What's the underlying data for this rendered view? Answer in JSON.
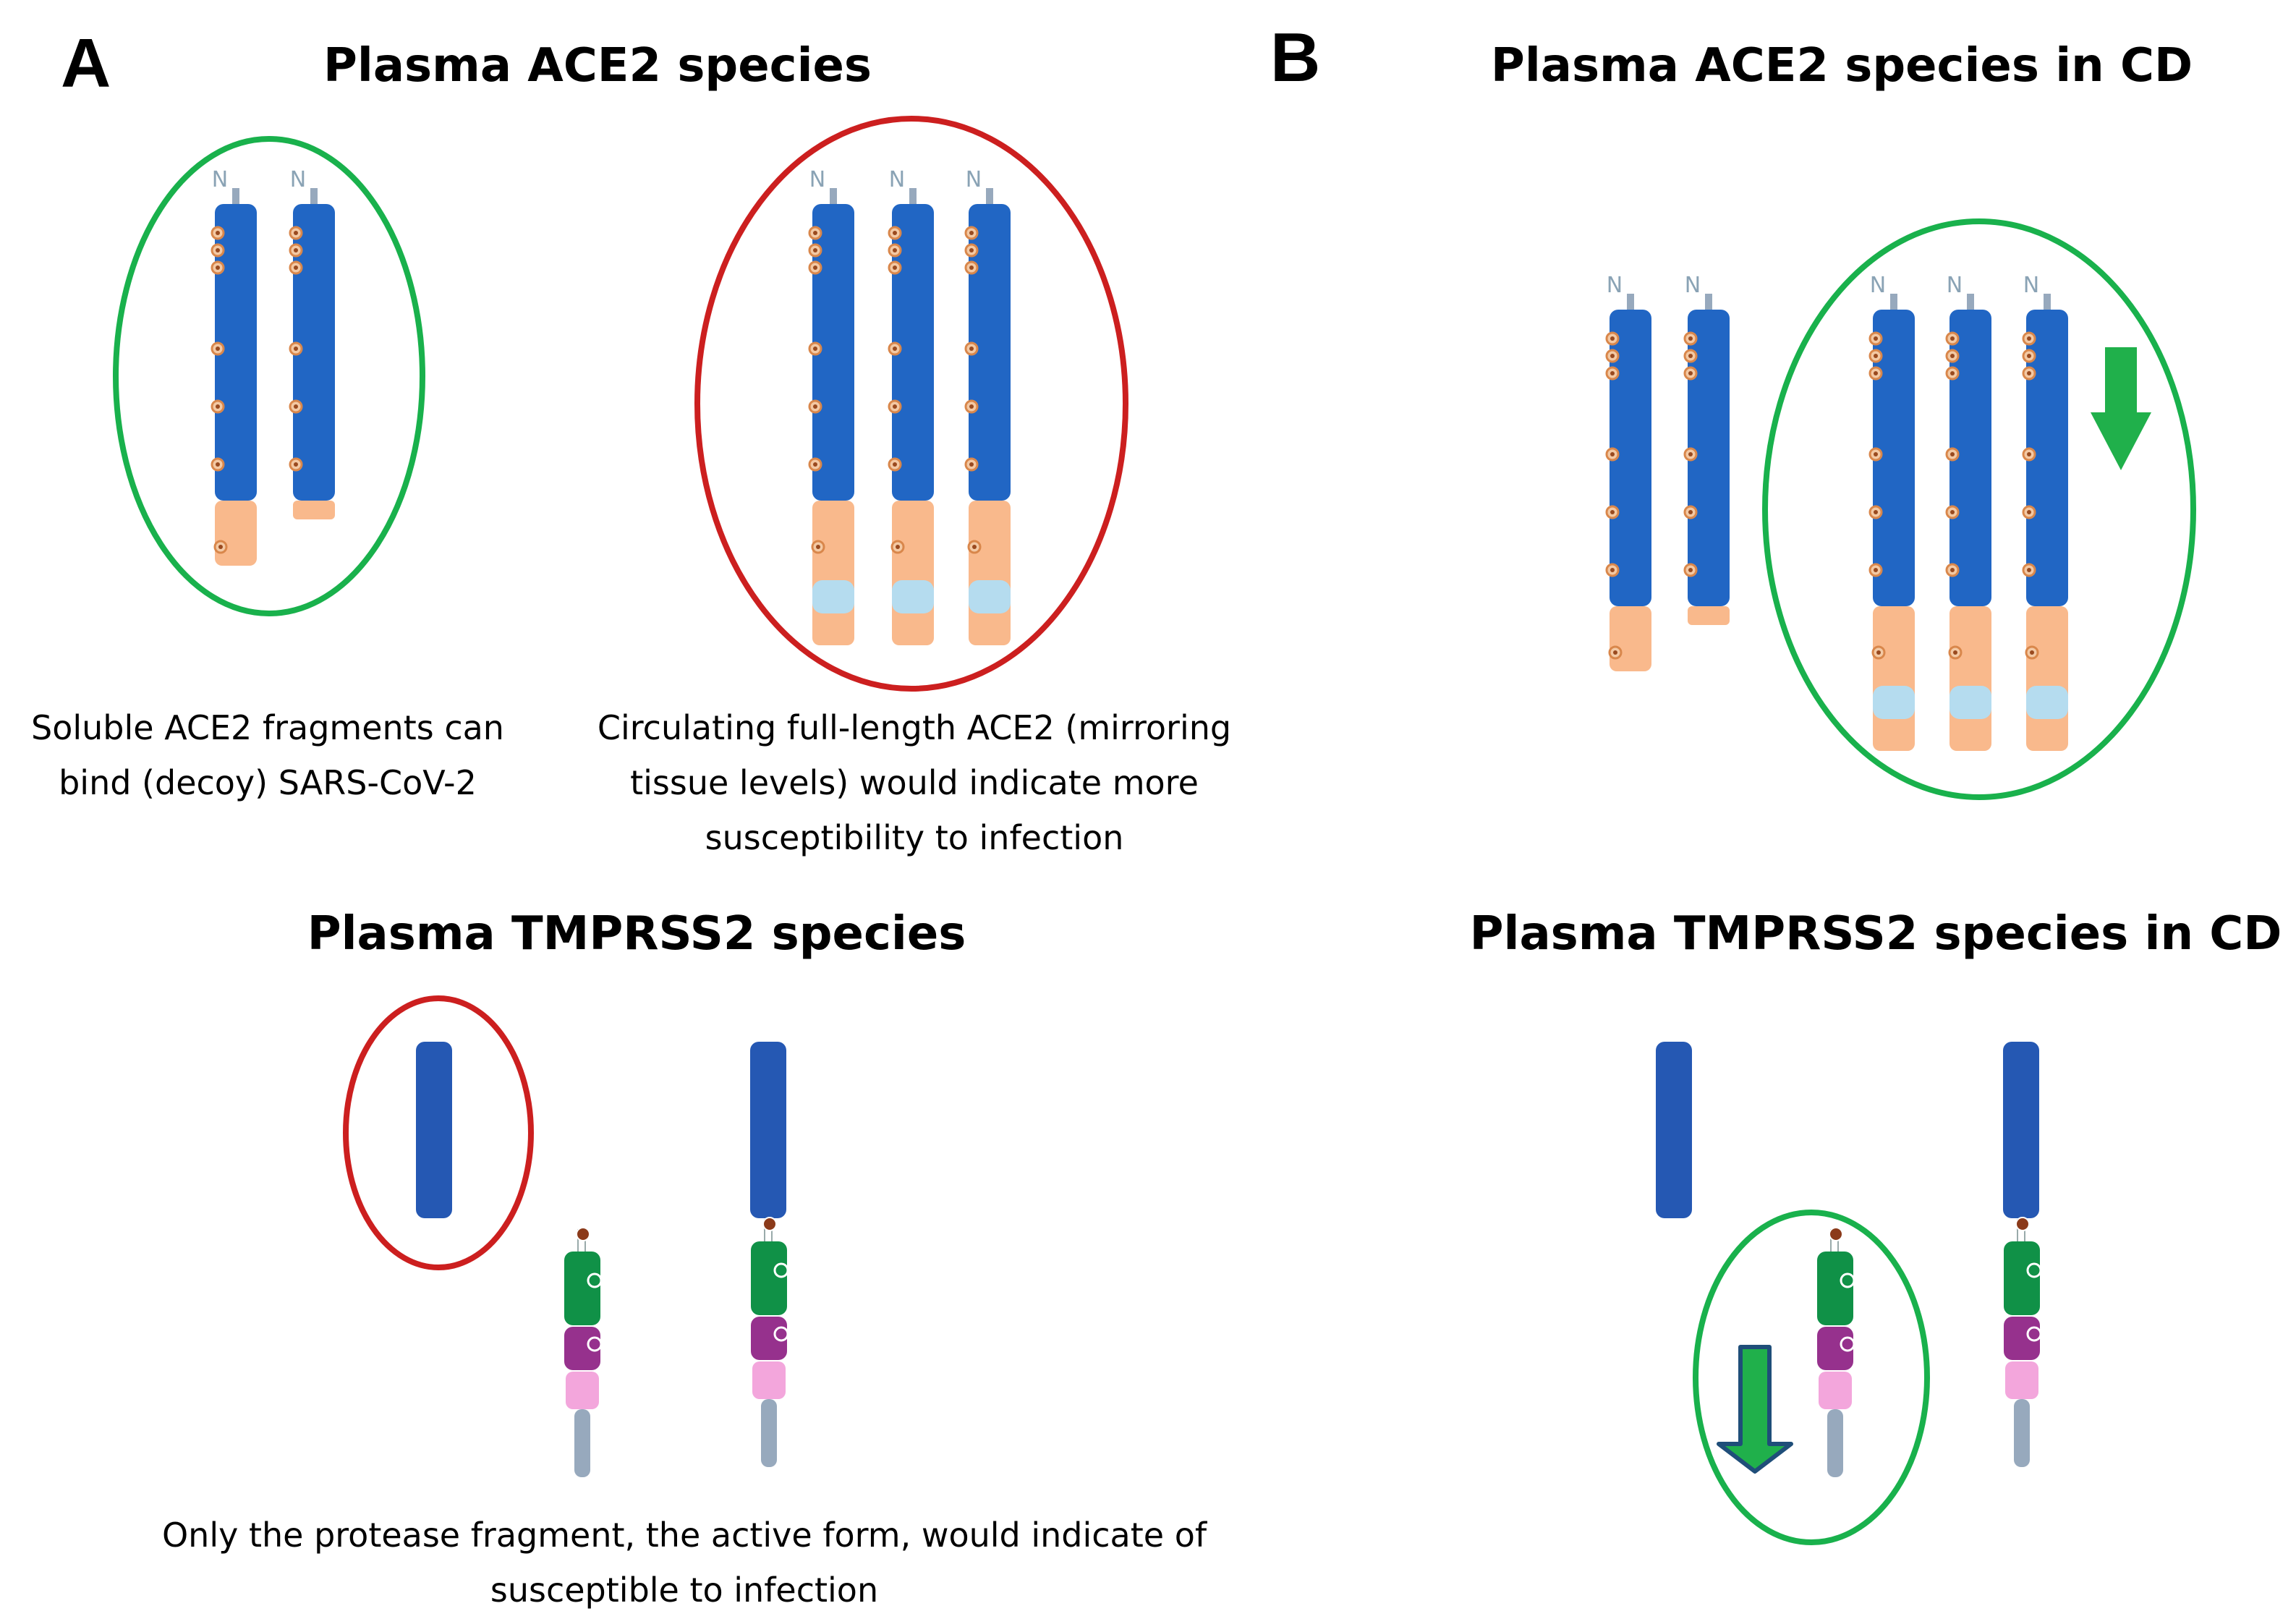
{
  "panel_a": {
    "letter": "A",
    "ace2_title": "Plasma ACE2 species",
    "soluble_caption": [
      "Soluble ACE2 fragments can",
      "bind (decoy) SARS-CoV-2"
    ],
    "fulllength_caption": [
      "Circulating full-length ACE2 (mirroring",
      "tissue levels) would indicate more",
      "susceptibility to infection"
    ],
    "tmprss2_title": "Plasma TMPRSS2 species",
    "tmprss2_caption": [
      "Only the protease fragment, the active form, would indicate of",
      "susceptible to infection"
    ]
  },
  "panel_b": {
    "letter": "B",
    "ace2_title": "Plasma ACE2 species in CD",
    "tmprss2_title": "Plasma TMPRSS2 species in CD"
  },
  "glyph": {
    "n_terminus": "N"
  },
  "colors": {
    "ace2_blue": "#2166c4",
    "tmprss2_blue": "#2558b3",
    "peach": "#f9b98c",
    "light_blue_band": "#b5dcef",
    "stalk_gray": "#97a9bd",
    "green_domain": "#109147",
    "purple_domain": "#96318d",
    "pink_domain": "#f3a6dc",
    "green_outline": "#19b14c",
    "red_outline": "#cc1f1f",
    "green_arrow": "#20b04b",
    "arrow_outline": "#1f4e79",
    "glycan_orange": "#d9874b"
  }
}
